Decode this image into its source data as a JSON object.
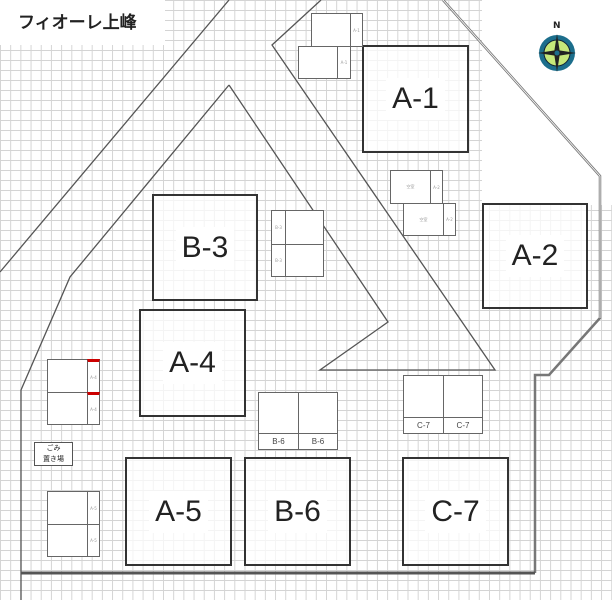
{
  "title": "フィオーレ上峰",
  "compass": {
    "north_label": "N",
    "icon": "compass-rose-icon"
  },
  "units": [
    {
      "id": "a1",
      "label": "A-1"
    },
    {
      "id": "a2",
      "label": "A-2"
    },
    {
      "id": "b3",
      "label": "B-3"
    },
    {
      "id": "a4",
      "label": "A-4"
    },
    {
      "id": "a5",
      "label": "A-5"
    },
    {
      "id": "b6",
      "label": "B-6"
    },
    {
      "id": "c7",
      "label": "C-7"
    }
  ],
  "parking": {
    "a1": "A-1",
    "a2": "A-2",
    "a2_vacant": "空室",
    "b3": "B-3",
    "a4": "A-4",
    "a5": "A-5",
    "b6": "B-6",
    "c7": "C-7"
  },
  "garbage": {
    "line1": "ごみ",
    "line2": "置き場"
  }
}
